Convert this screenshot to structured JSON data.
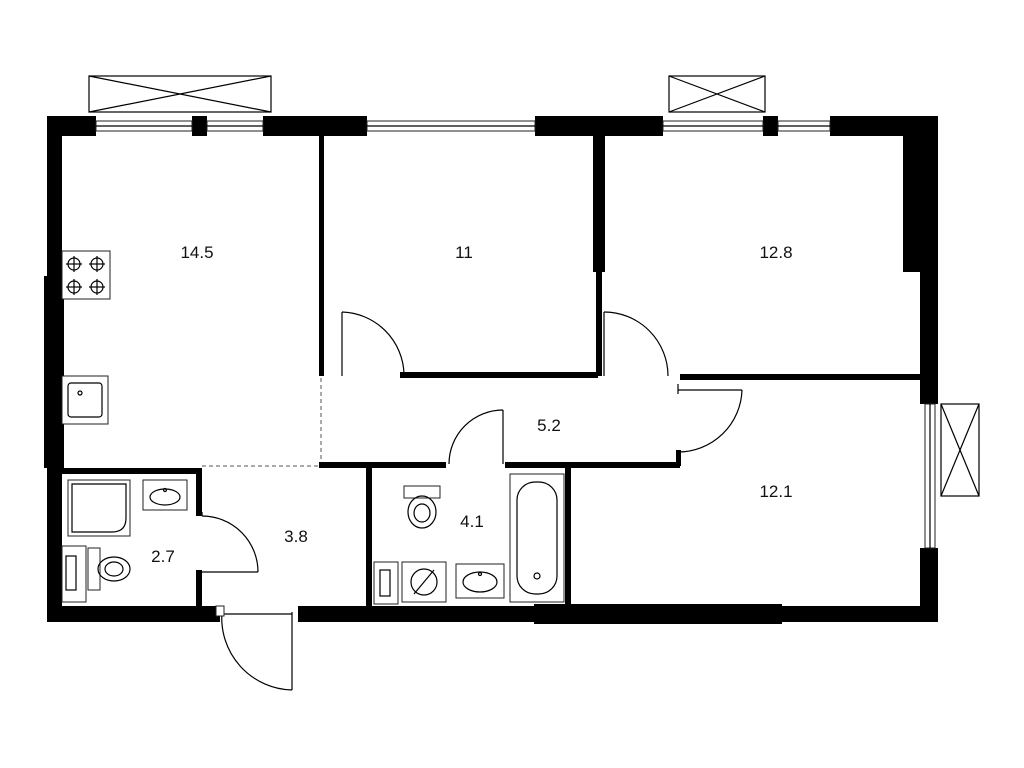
{
  "rooms": {
    "kitchen_living": "14.5",
    "bedroom_1": "11",
    "bedroom_2": "12.8",
    "corridor": "5.2",
    "bedroom_3": "12.1",
    "bathroom_1": "2.7",
    "hall": "3.8",
    "bathroom_2": "4.1"
  },
  "colors": {
    "wall": "#000000",
    "background": "#ffffff"
  }
}
